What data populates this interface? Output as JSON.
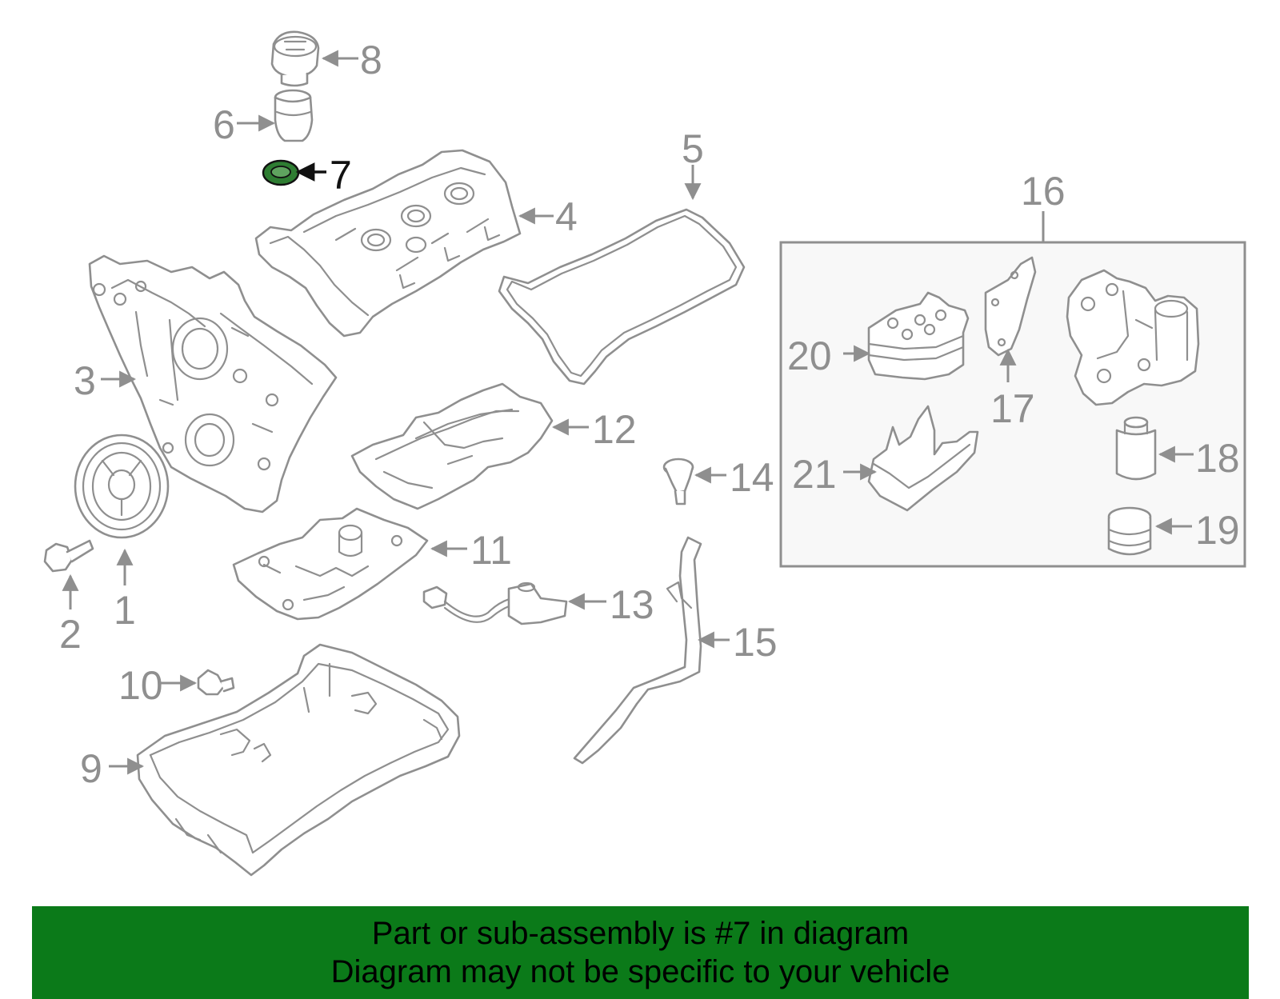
{
  "diagram": {
    "callouts": [
      "1",
      "2",
      "3",
      "4",
      "5",
      "6",
      "7",
      "8",
      "9",
      "10",
      "11",
      "12",
      "13",
      "14",
      "15",
      "16",
      "17",
      "18",
      "19",
      "20",
      "21"
    ],
    "highlighted_part": "7",
    "highlight_color": "#2e7d32",
    "subassembly_box_label": "16"
  },
  "banner": {
    "line1": "Part or sub-assembly is #7 in diagram",
    "line2": "Diagram may not be specific to your vehicle",
    "background": "#0b7a19"
  }
}
